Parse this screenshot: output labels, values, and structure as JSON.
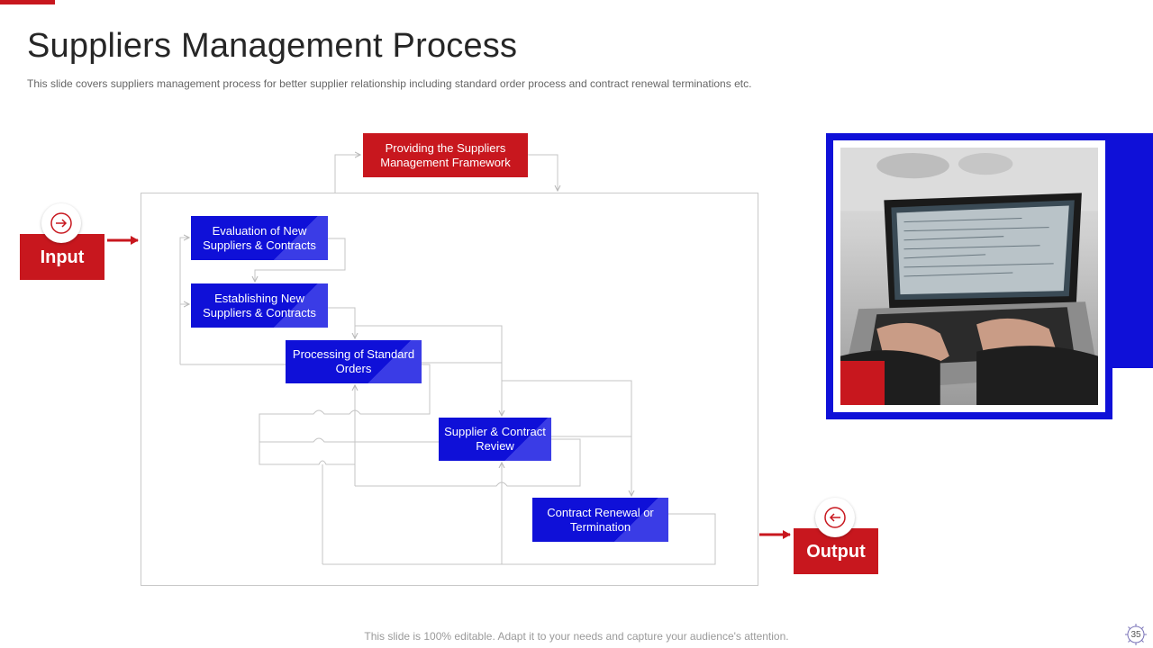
{
  "title": "Suppliers Management Process",
  "subtitle": "This slide covers suppliers management process for better supplier relationship including standard order process and contract renewal terminations etc.",
  "framework_box": "Providing the Suppliers Management Framework",
  "steps": [
    "Evaluation of New Suppliers & Contracts",
    "Establishing New Suppliers & Contracts",
    "Processing of Standard Orders",
    "Supplier & Contract Review",
    "Contract Renewal or Termination"
  ],
  "input_label": "Input",
  "output_label": "Output",
  "footer": "This slide is 100% editable. Adapt it to your needs and capture your audience's attention.",
  "page_number": "35",
  "colors": {
    "accent_red": "#c8171e",
    "accent_blue": "#0f10d8",
    "connector_gray": "#c4c4c4"
  },
  "icons": {
    "input": "arrow-right-circle-icon",
    "output": "arrow-left-circle-icon",
    "page": "gear-icon"
  }
}
